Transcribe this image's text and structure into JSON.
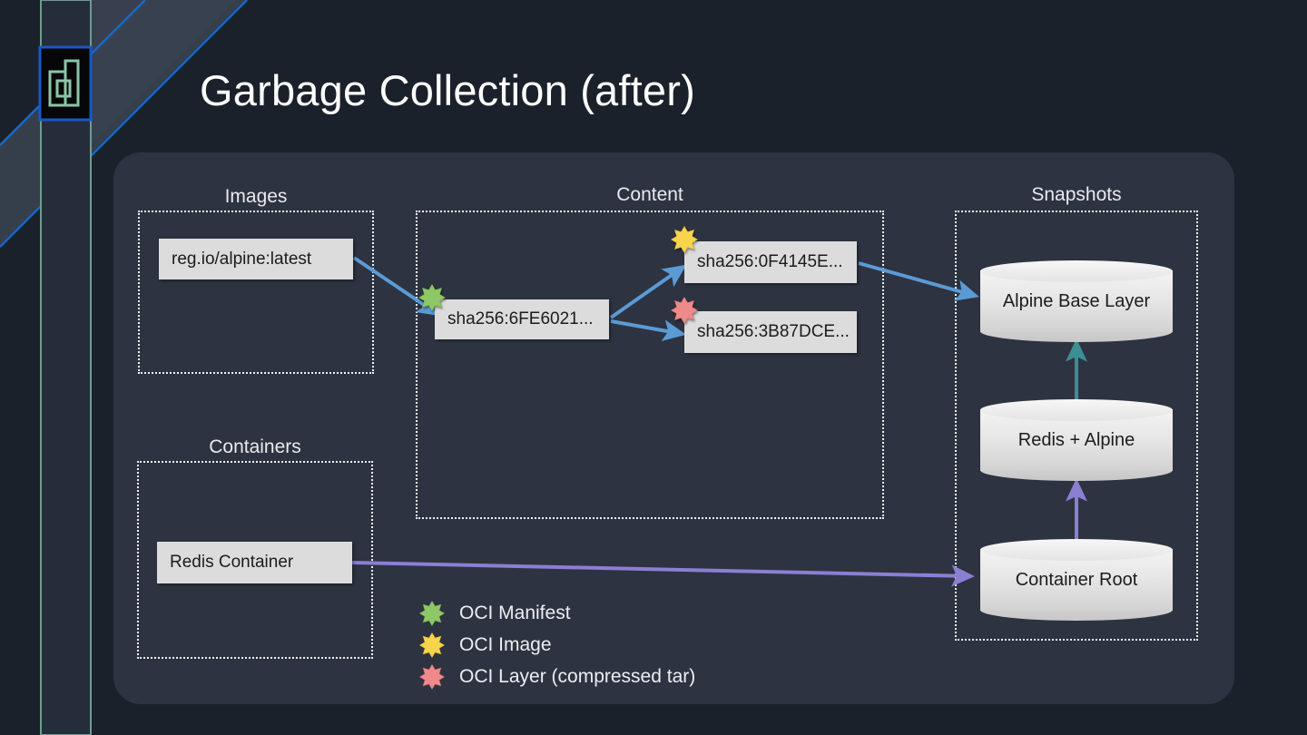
{
  "slide": {
    "title": "Garbage Collection (after)",
    "logo_icon": "containerd-d-logo-icon",
    "background_color": "#1b212b",
    "panel_color": "#2d3340"
  },
  "groups": {
    "images": {
      "label": "Images"
    },
    "containers": {
      "label": "Containers"
    },
    "content": {
      "label": "Content"
    },
    "snapshots": {
      "label": "Snapshots"
    }
  },
  "nodes": {
    "image_ref": {
      "label": "reg.io/alpine:latest"
    },
    "oci_manifest": {
      "label": "sha256:6FE6021...",
      "marker": "green-star-icon"
    },
    "oci_image": {
      "label": "sha256:0F4145E...",
      "marker": "yellow-star-icon"
    },
    "oci_layer": {
      "label": "sha256:3B87DCE...",
      "marker": "red-star-icon"
    },
    "redis_container": {
      "label": "Redis Container"
    },
    "alpine_base_layer": {
      "label": "Alpine Base Layer"
    },
    "redis_plus_alpine": {
      "label": "Redis + Alpine"
    },
    "container_root": {
      "label": "Container Root"
    }
  },
  "legend": {
    "items": [
      {
        "label": "OCI Manifest",
        "color": "#8ec765",
        "icon": "green-star-icon"
      },
      {
        "label": "OCI Image",
        "color": "#f7d44c",
        "icon": "yellow-star-icon"
      },
      {
        "label": "OCI Layer (compressed tar)",
        "color": "#ef8a8a",
        "icon": "red-star-icon"
      }
    ]
  },
  "edges": {
    "blue_color": "#5b9bd5",
    "teal_color": "#3c8f93",
    "purple_color": "#8b7fd4",
    "list": [
      {
        "from": "image_ref",
        "to": "oci_manifest",
        "color": "blue"
      },
      {
        "from": "oci_manifest",
        "to": "oci_image",
        "color": "blue"
      },
      {
        "from": "oci_manifest",
        "to": "oci_layer",
        "color": "blue"
      },
      {
        "from": "oci_image",
        "to": "alpine_base_layer",
        "color": "blue"
      },
      {
        "from": "redis_plus_alpine",
        "to": "alpine_base_layer",
        "color": "teal"
      },
      {
        "from": "container_root",
        "to": "redis_plus_alpine",
        "color": "purple"
      },
      {
        "from": "redis_container",
        "to": "container_root",
        "color": "purple"
      }
    ]
  }
}
